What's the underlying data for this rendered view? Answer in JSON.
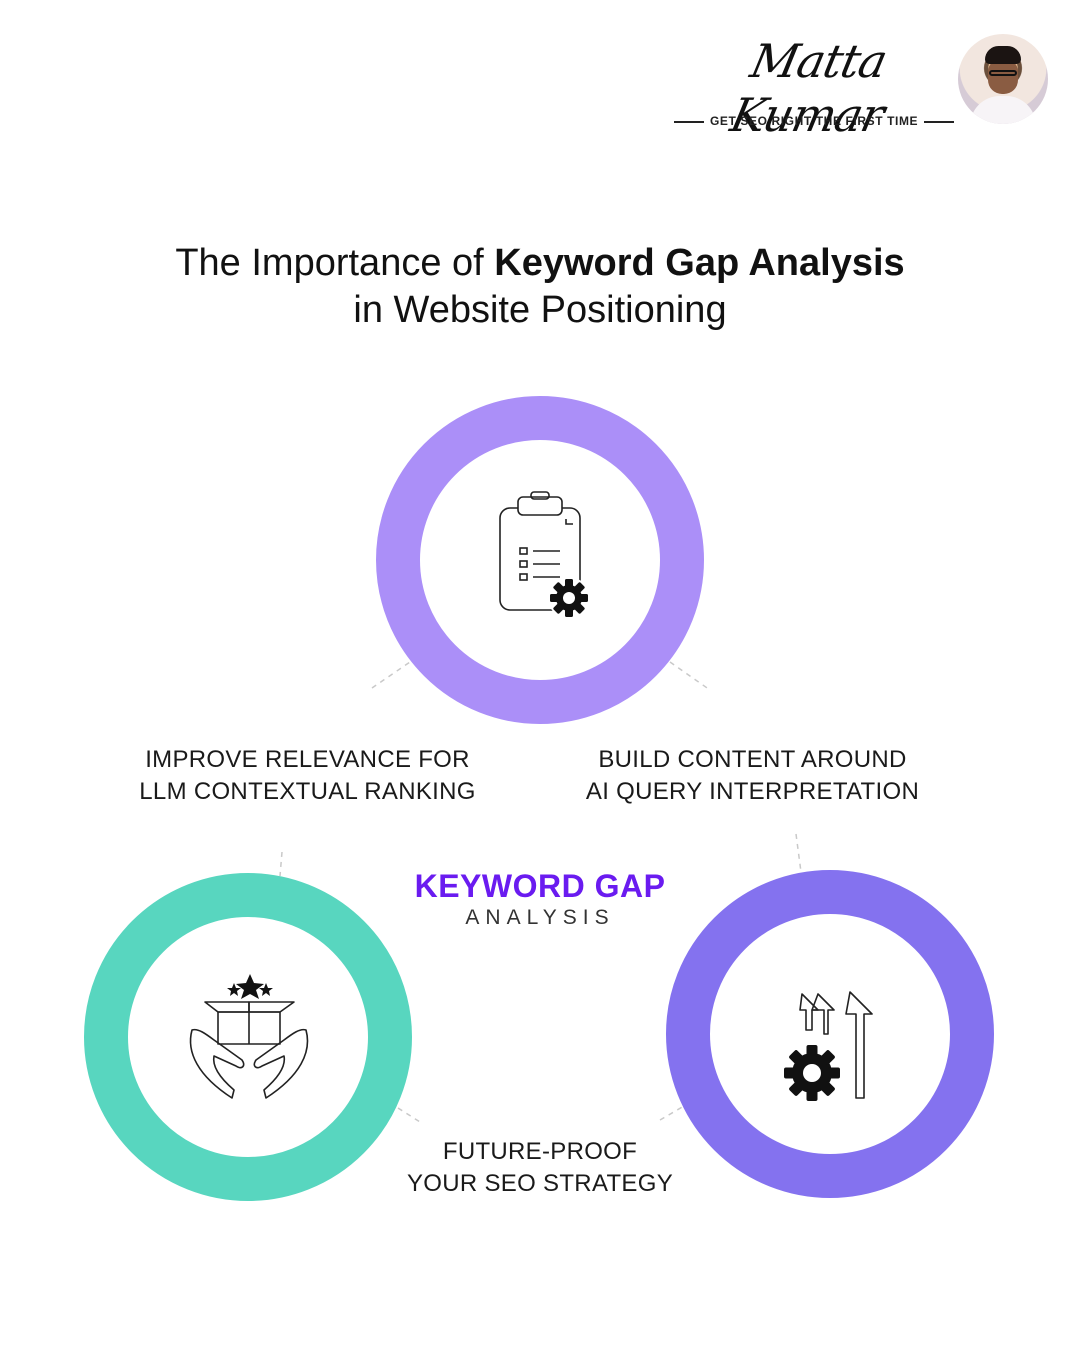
{
  "brand": {
    "signature": "Matta Kumar",
    "tagline": "GET SEO RIGHT THE FIRST TIME"
  },
  "title": {
    "prefix": "The Importance of ",
    "emphasis": "Keyword Gap Analysis",
    "line2": "in Website Positioning"
  },
  "center": {
    "main": "KEYWORD GAP",
    "sub": "ANALYSIS"
  },
  "labels": {
    "top_left": [
      "IMPROVE RELEVANCE FOR",
      "LLM CONTEXTUAL RANKING"
    ],
    "top_right": [
      "BUILD CONTENT AROUND",
      "AI QUERY INTERPRETATION"
    ],
    "bottom": [
      "FUTURE-PROOF",
      "YOUR SEO STRATEGY"
    ]
  },
  "colors": {
    "ring_top": "#ab8ff8",
    "ring_left": "#58d6bf",
    "ring_right": "#8472ef",
    "accent_text": "#6a1bf0"
  },
  "icons": {
    "top": "clipboard-checklist-gear-icon",
    "left": "hands-box-stars-icon",
    "right": "growth-arrows-gear-icon"
  }
}
